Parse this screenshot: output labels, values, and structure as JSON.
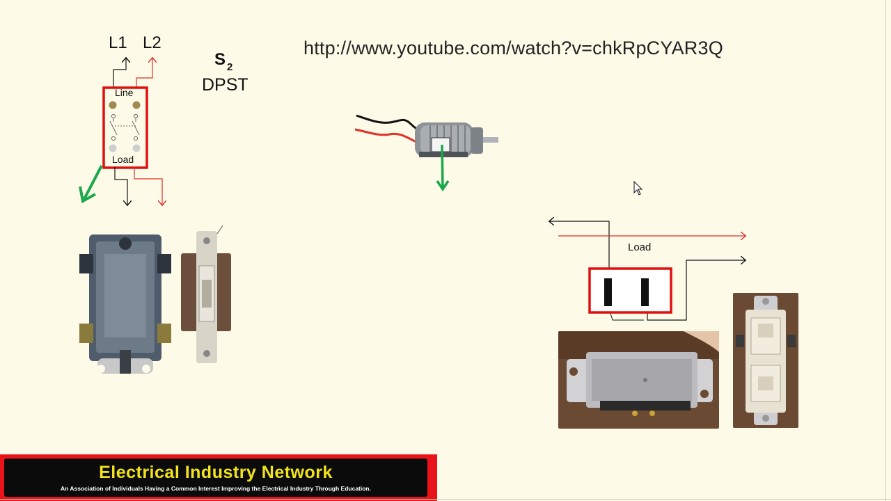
{
  "url_text": "http://www.youtube.com/watch?v=chkRpCYAR3Q",
  "switch_diagram": {
    "l1_label": "L1",
    "l2_label": "L2",
    "switch_symbol": "S",
    "switch_subscript": "2",
    "switch_type": "DPST",
    "line_label": "Line",
    "load_label": "Load"
  },
  "outlet_diagram": {
    "load_label": "Load"
  },
  "banner": {
    "title": "Electrical Industry Network",
    "subtitle": "An Association of Individuals Having a Common Interest Improving the Electrical Industry Through Education."
  },
  "colors": {
    "background": "#fdfbe8",
    "box_red": "#e01010",
    "wire_red": "#e0302a",
    "wire_black": "#111111",
    "arrow_green": "#1aa84a",
    "banner_red": "#e8141a",
    "banner_yellow": "#f2e31b"
  },
  "icons": [
    "mouse-pointer-icon",
    "motor-icon",
    "switch-photo",
    "duplex-switch-photo"
  ]
}
